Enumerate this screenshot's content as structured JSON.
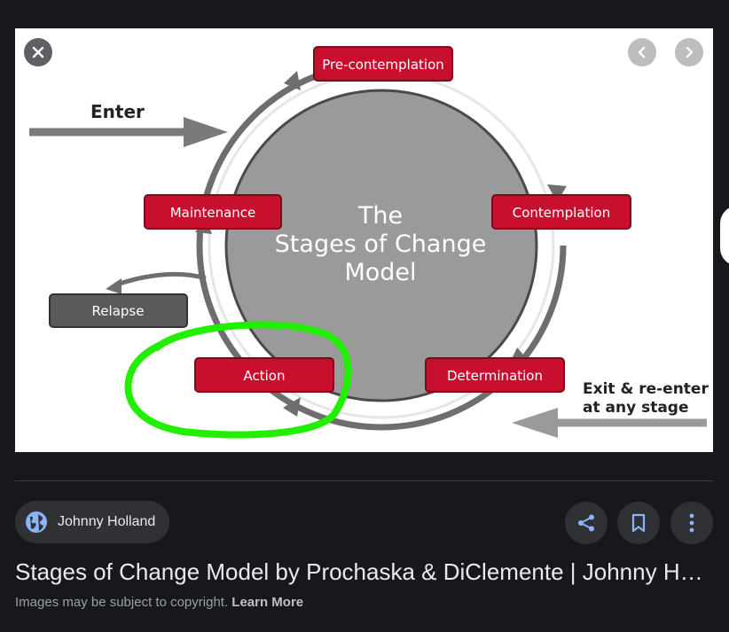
{
  "colors": {
    "background": "#17181c",
    "stage_box": "#c8102e",
    "relapse_box": "#5a5a5a",
    "circle": "#9a9a9a",
    "annotation": "#22ee00",
    "icon_blue": "#8ab4f8"
  },
  "viewer": {
    "close_icon": "close-icon",
    "prev_icon": "chevron-left-icon",
    "next_icon": "chevron-right-icon"
  },
  "diagram": {
    "center_title": [
      "The",
      "Stages of Change",
      "Model"
    ],
    "stages": {
      "precontemplation": "Pre-contemplation",
      "contemplation": "Contemplation",
      "determination": "Determination",
      "action": "Action",
      "maintenance": "Maintenance",
      "relapse": "Relapse"
    },
    "enter_label": "Enter",
    "exit_label": [
      "Exit & re-enter",
      "at any stage"
    ]
  },
  "source": {
    "icon": "globe-icon",
    "name": "Johnny Holland"
  },
  "actions": {
    "share_icon": "share-icon",
    "save_icon": "bookmark-icon",
    "more_icon": "more-vert-icon"
  },
  "result": {
    "title": "Stages of Change Model by Prochaska & DiClemente | Johnny H…",
    "copyright_text": "Images may be subject to copyright. ",
    "learn_more": "Learn More"
  }
}
